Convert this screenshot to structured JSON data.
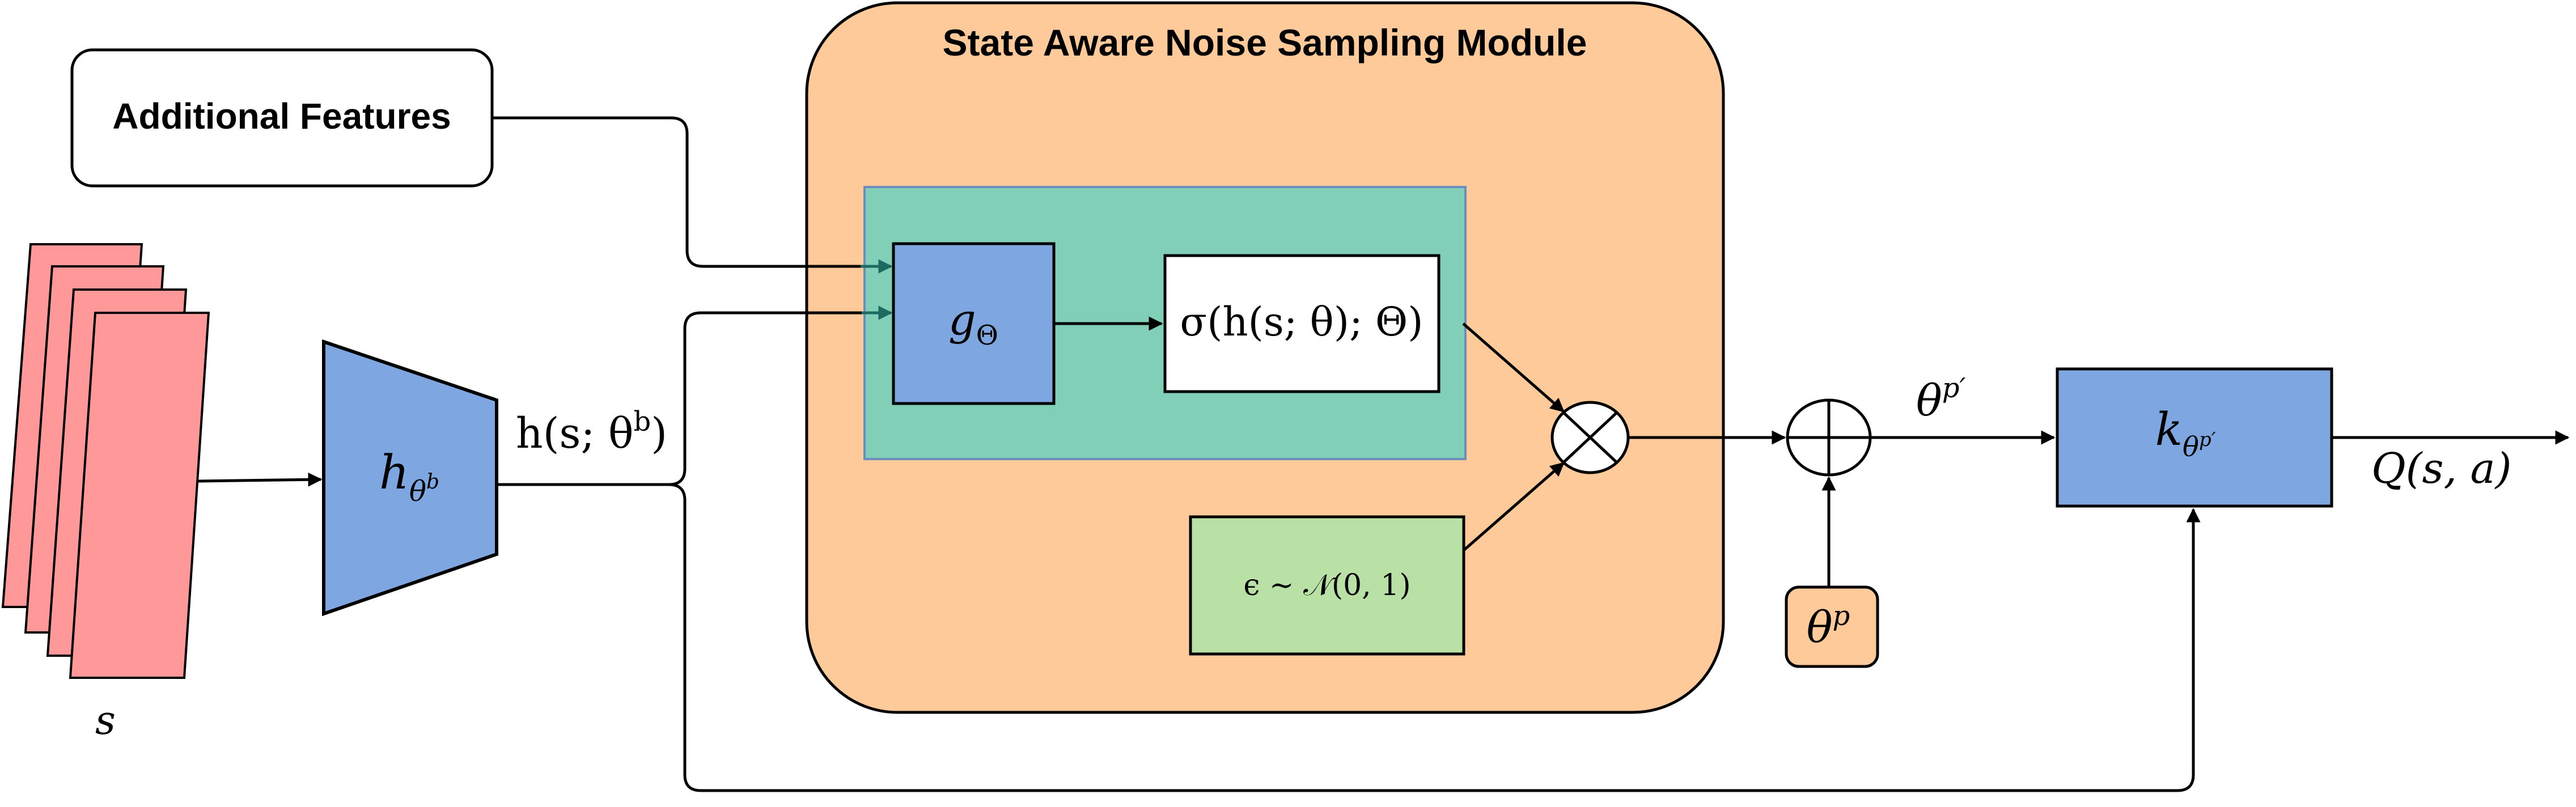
{
  "module": {
    "title": "State Aware Noise Sampling Module"
  },
  "additional_features": {
    "label": "Additional Features"
  },
  "input_state": {
    "label": "s"
  },
  "encoder": {
    "symbol": "h",
    "subscript": "θ",
    "sub_superscript": "b"
  },
  "encoder_output": {
    "text_before": "h(s; θ",
    "superscript": "b",
    "text_after": ")"
  },
  "g_block": {
    "symbol": "g",
    "subscript": "Θ"
  },
  "sigma_block": {
    "label": "σ(h(s; θ); Θ)"
  },
  "epsilon_block": {
    "label": "ϵ ∼ 𝒩(0, 1)"
  },
  "operators": {
    "multiply": "⊗",
    "add": "⊕"
  },
  "theta_p_block": {
    "symbol": "θ",
    "superscript": "p"
  },
  "theta_p_prime": {
    "symbol": "θ",
    "superscript": "p′"
  },
  "k_block": {
    "symbol": "k",
    "subscript": "θ",
    "sub_superscript": "p′"
  },
  "output": {
    "label": "Q(s, a)"
  },
  "colors": {
    "module_fill": "#FFCA99",
    "teal_fill": "#82CFB8",
    "blue_fill": "#7EA6E0",
    "green_fill": "#B9E0A5",
    "pink_fill": "#FF9999",
    "teal_arrow": "#1B6B60"
  }
}
